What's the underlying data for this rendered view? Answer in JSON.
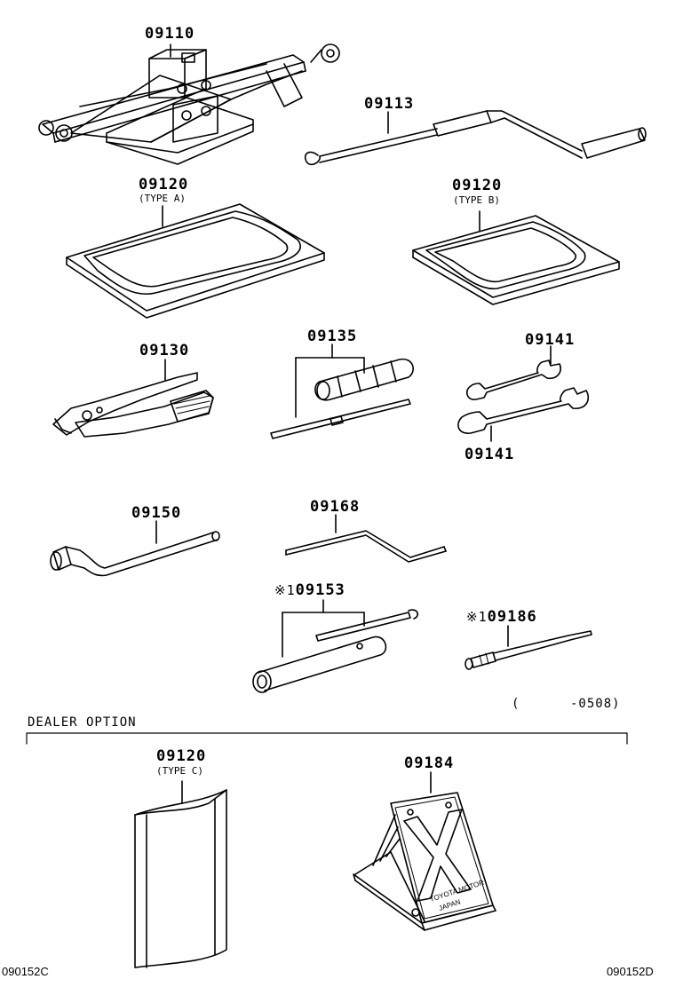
{
  "parts": {
    "jack": "09110",
    "handle": "09113",
    "pouch_a": {
      "number": "09120",
      "type": "(TYPE A)"
    },
    "pouch_b": {
      "number": "09120",
      "type": "(TYPE B)"
    },
    "pliers": "09130",
    "screwdriver": "09135",
    "wrench_top": "09141",
    "wrench_bottom": "09141",
    "lug_wrench": "09150",
    "jack_handle_bar": "09168",
    "wrench_assy": {
      "mark": "※1",
      "number": "09153"
    },
    "extension": {
      "mark": "※1",
      "number": "09186"
    },
    "pouch_c": {
      "number": "09120",
      "type": "(TYPE C)"
    },
    "wheel_chock": "09184"
  },
  "date_range": "(      -0508)",
  "dealer_option": "DEALER OPTION",
  "chock_text": {
    "line1": "TOYOTA MOTOR",
    "line2": "JAPAN"
  },
  "footer": {
    "left_code": "090152C",
    "right_code": "090152D"
  }
}
